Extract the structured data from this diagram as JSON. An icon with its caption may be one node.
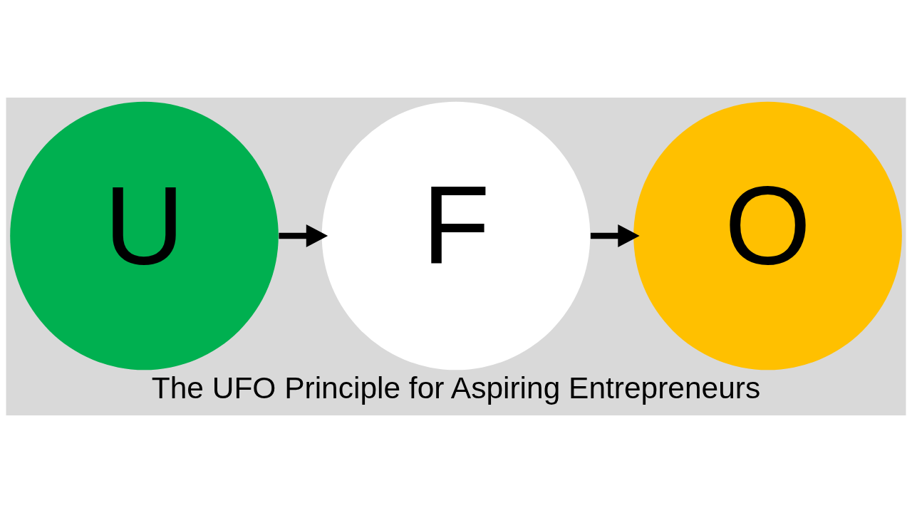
{
  "diagram": {
    "caption": "The UFO Principle for Aspiring Entrepreneurs",
    "nodes": [
      {
        "text": [
          "U"
        ]
      },
      {
        "text": [
          "F"
        ]
      },
      {
        "text": [
          "O"
        ]
      }
    ],
    "edges": [
      {
        "from": 0,
        "to": 1,
        "arrow": "to"
      },
      {
        "from": 1,
        "to": 2,
        "arrow": "to"
      }
    ]
  }
}
